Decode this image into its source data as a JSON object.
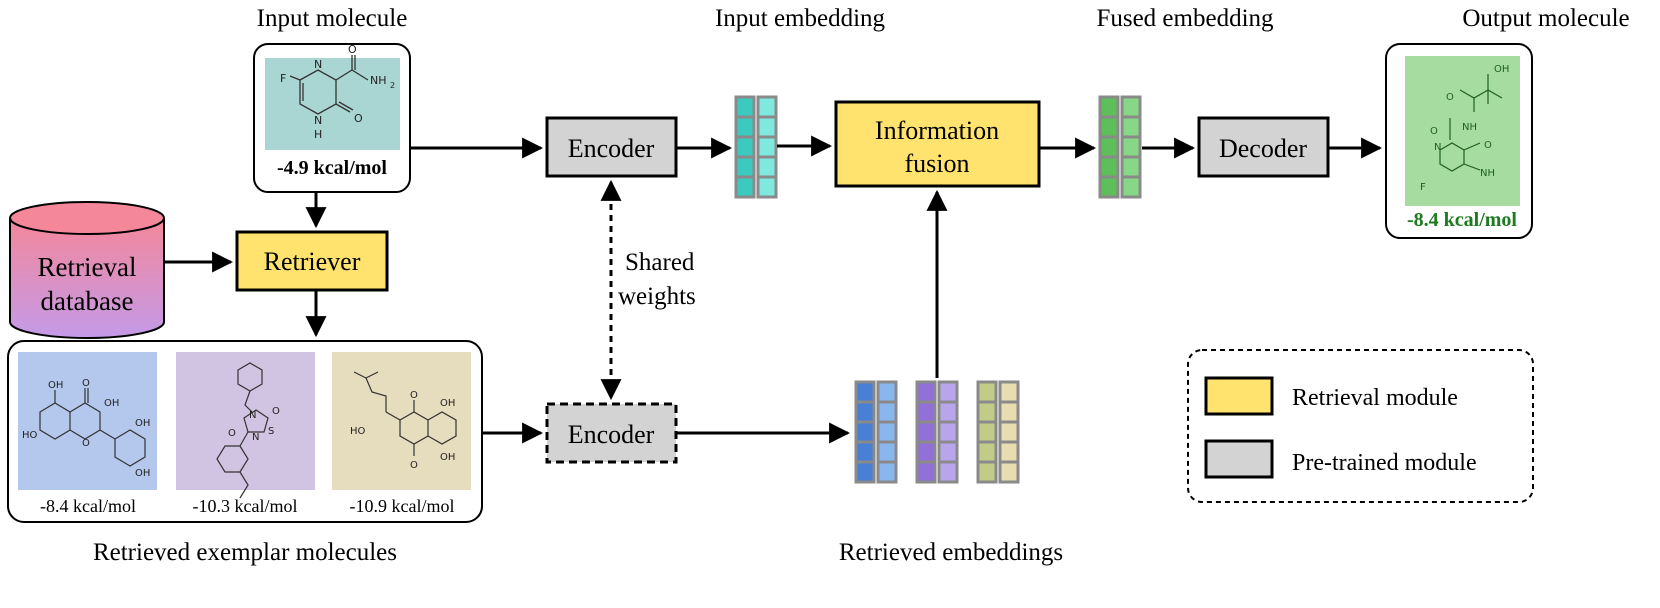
{
  "labels": {
    "input_molecule": "Input molecule",
    "input_embedding": "Input embedding",
    "fused_embedding": "Fused embedding",
    "output_molecule": "Output molecule",
    "retrieved_exemplars": "Retrieved exemplar molecules",
    "retrieved_embeddings": "Retrieved embeddings",
    "shared_weights_line1": "Shared",
    "shared_weights_line2": "weights"
  },
  "boxes": {
    "encoder_top": "Encoder",
    "encoder_bottom": "Encoder",
    "info_fusion_line1": "Information",
    "info_fusion_line2": "fusion",
    "decoder": "Decoder",
    "retriever": "Retriever",
    "database_line1": "Retrieval",
    "database_line2": "database"
  },
  "molecules": {
    "input": {
      "score": "-4.9 kcal/mol",
      "atoms": {
        "f": "F",
        "n_top": "N",
        "n_bottom": "N",
        "h": "H",
        "o_top": "O",
        "o_bottom": "O",
        "nh2": "NH",
        "sub2": "2"
      }
    },
    "output": {
      "score": "-8.4 kcal/mol",
      "atoms": {
        "oh": "OH",
        "o1": "O",
        "nh": "NH",
        "o2": "O",
        "n": "N",
        "o3": "O",
        "nh2": "NH",
        "f": "F"
      }
    },
    "exemplars": [
      {
        "score": "-8.4 kcal/mol",
        "atoms": {
          "oh1": "OH",
          "o1": "O",
          "oh2": "OH",
          "ho": "HO",
          "o2": "O",
          "oh3": "OH",
          "oh4": "OH"
        }
      },
      {
        "score": "-10.3 kcal/mol",
        "atoms": {
          "n1": "N",
          "o1": "O",
          "s": "S",
          "o2": "O",
          "n2": "N"
        }
      },
      {
        "score": "-10.9 kcal/mol",
        "atoms": {
          "o1": "O",
          "oh1": "OH",
          "ho": "HO",
          "o2": "O",
          "oh2": "OH"
        }
      }
    ]
  },
  "legend": {
    "retrieval_module": "Retrieval module",
    "pretrained_module": "Pre-trained module"
  },
  "colors": {
    "retrieval_yellow": "#FFE36E",
    "pretrained_gray": "#D3D3D3",
    "input_mol_bg": "#A9D6D2",
    "output_mol_bg": "#A6DCA0",
    "exemplar1_bg": "#B4C8EE",
    "exemplar2_bg": "#D0C4E2",
    "exemplar3_bg": "#E6DCBE",
    "input_embed": "#3CC9BF",
    "input_embed_light": "#7FE8DF",
    "fused_embed": "#5DBE5A",
    "fused_embed_light": "#86D886",
    "retr_embed1": "#4A7FD6",
    "retr_embed1_light": "#8AB6EE",
    "retr_embed2": "#9170D8",
    "retr_embed2_light": "#B8A6EA",
    "retr_embed3": "#C2CC88",
    "retr_embed3_light": "#E8DDB0",
    "output_score_green": "#1E7A1E",
    "db_top": "#F4879A",
    "db_bottom": "#C49AE8"
  }
}
